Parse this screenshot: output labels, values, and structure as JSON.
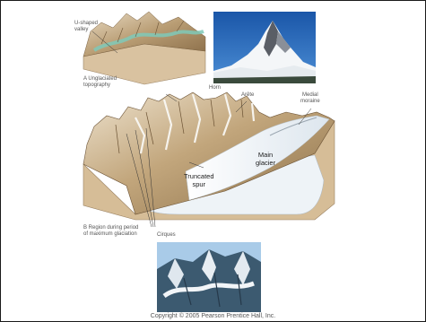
{
  "labels": {
    "u_shaped_valley": "U-shaped\nvalley",
    "panel_a": "A  Unglaciated\n     topography",
    "horn": "Horn",
    "arete": "Arête",
    "medial_moraine": "Medial\nmoraine",
    "main_glacier": "Main\nglacier",
    "truncated_spur": "Truncated\nspur",
    "panel_b": "B  Region during period\n     of maximum glaciation",
    "cirques": "Cirques"
  },
  "copyright": "Copyright © 2005 Pearson Prentice Hall, Inc.",
  "colors": {
    "sky_blue": "#1f63b8",
    "ice": "#e8edf3",
    "rock_tan": "#b59a72",
    "soil": "#d9c2a0",
    "meltwater": "#7fc9b8"
  }
}
